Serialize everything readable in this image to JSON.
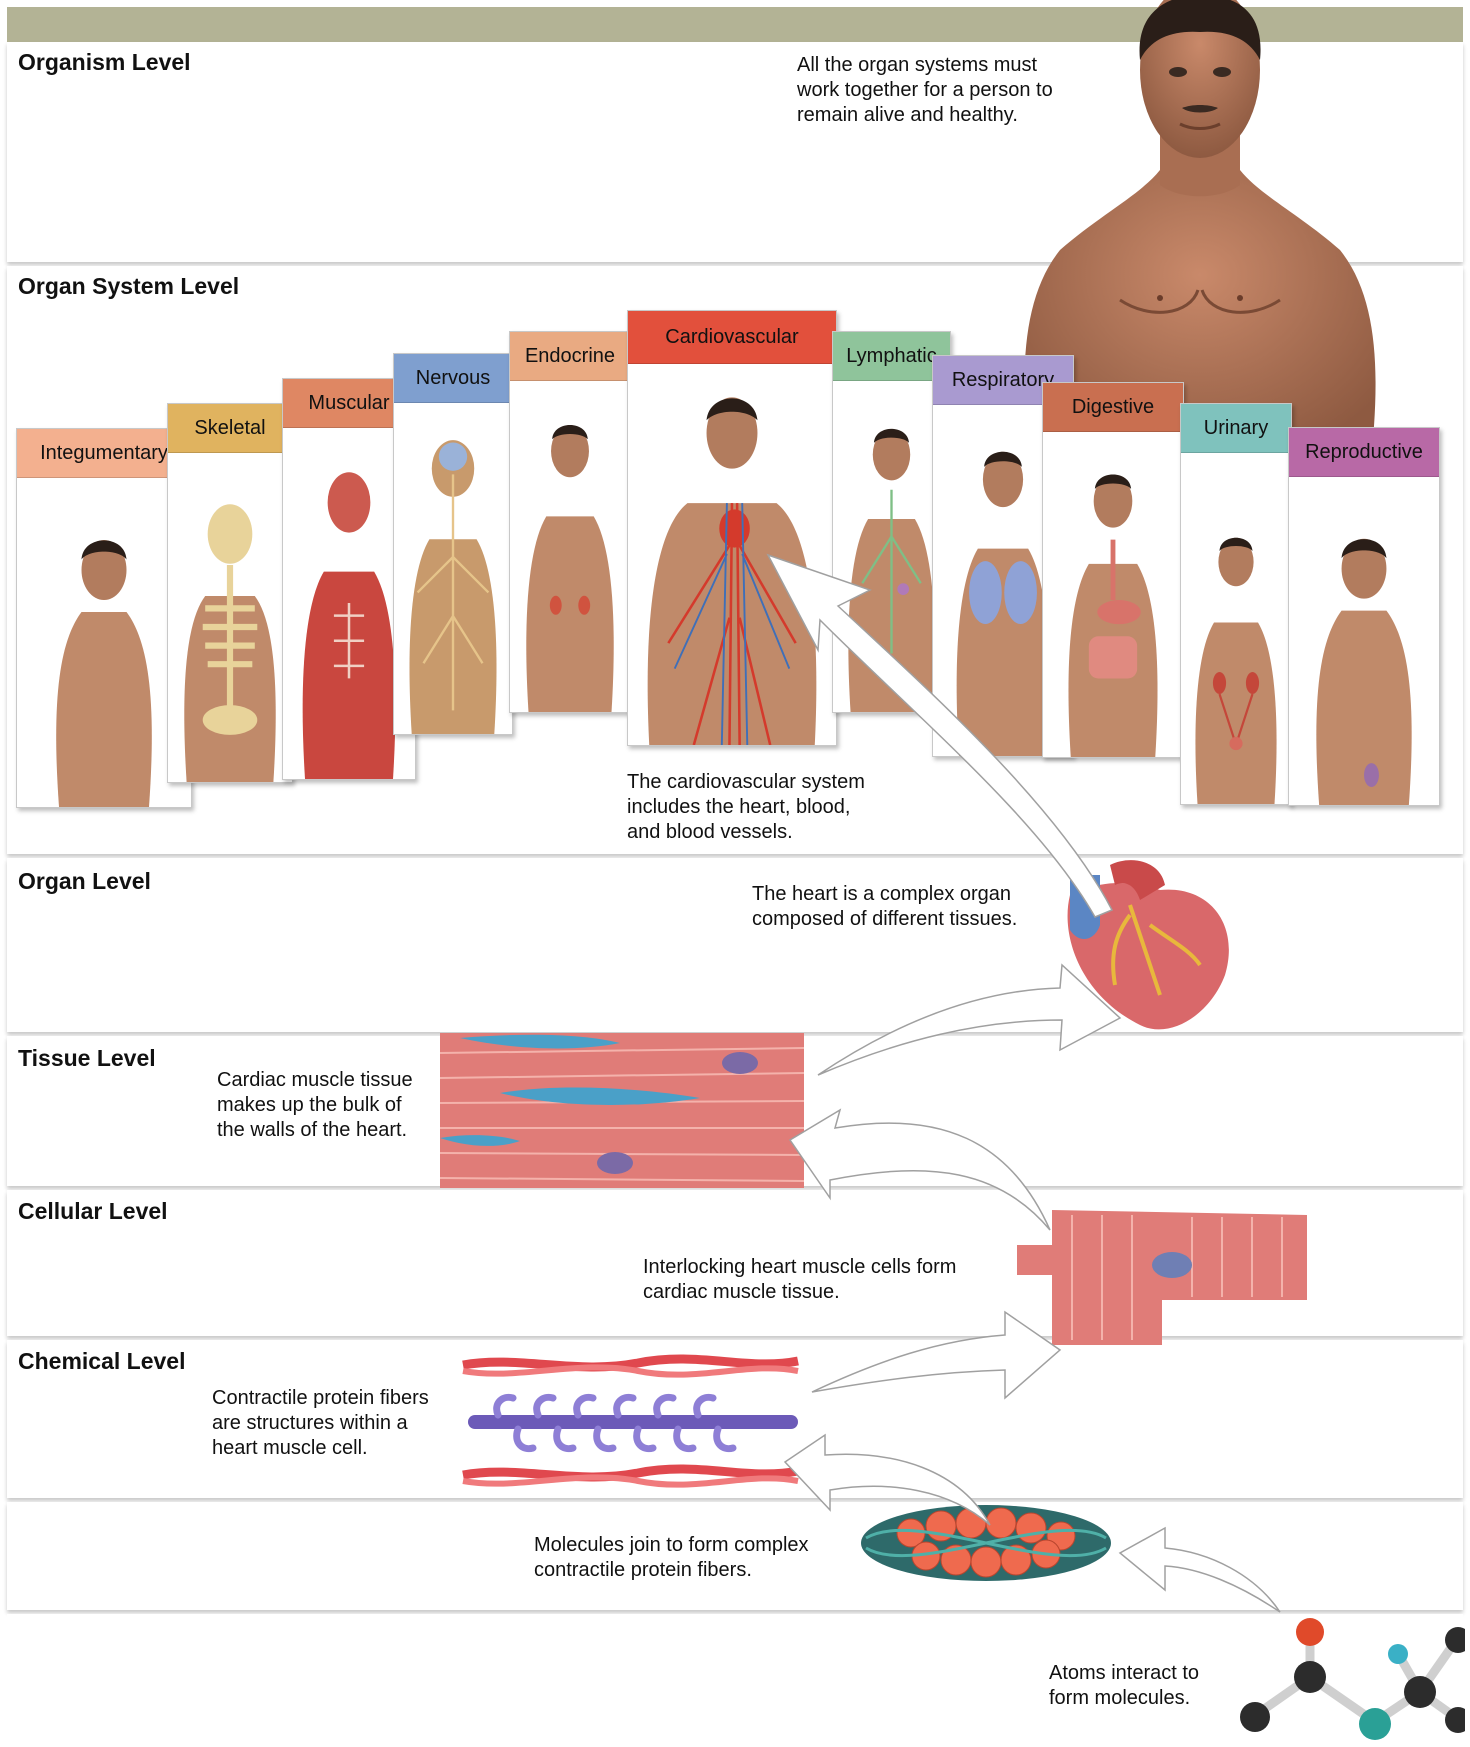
{
  "levels": {
    "organism": {
      "title": "Organism Level",
      "caption": [
        "All the organ systems must",
        "work together for a person to",
        "remain alive and healthy."
      ]
    },
    "organ_system": {
      "title": "Organ System Level",
      "caption": [
        "The cardiovascular system",
        "includes the heart, blood,",
        "and blood vessels."
      ],
      "systems": [
        {
          "label": "Integumentary",
          "color": "#f3b08f"
        },
        {
          "label": "Skeletal",
          "color": "#e0b35f"
        },
        {
          "label": "Muscular",
          "color": "#df8763"
        },
        {
          "label": "Nervous",
          "color": "#7f9fcf"
        },
        {
          "label": "Endocrine",
          "color": "#e9aa82"
        },
        {
          "label": "Cardiovascular",
          "color": "#e2503c"
        },
        {
          "label": "Lymphatic",
          "color": "#8fc49b"
        },
        {
          "label": "Respiratory",
          "color": "#a99ad0"
        },
        {
          "label": "Digestive",
          "color": "#c96f50"
        },
        {
          "label": "Urinary",
          "color": "#7fc2bd"
        },
        {
          "label": "Reproductive",
          "color": "#b869a6"
        }
      ]
    },
    "organ": {
      "title": "Organ Level",
      "caption": [
        "The heart is a complex organ",
        "composed of different tissues."
      ]
    },
    "tissue": {
      "title": "Tissue Level",
      "caption": [
        "Cardiac muscle tissue",
        "makes up the bulk of",
        "the walls of the heart."
      ]
    },
    "cellular": {
      "title": "Cellular Level",
      "caption": [
        "Interlocking heart muscle cells form",
        "cardiac muscle tissue."
      ]
    },
    "chemical": {
      "title": "Chemical Level",
      "caption": [
        "Contractile protein fibers",
        "are structures within a",
        "heart muscle cell."
      ],
      "molecules_caption": [
        "Molecules join to form complex",
        "contractile protein fibers."
      ],
      "atoms_caption": [
        "Atoms interact to",
        "form molecules."
      ]
    }
  }
}
